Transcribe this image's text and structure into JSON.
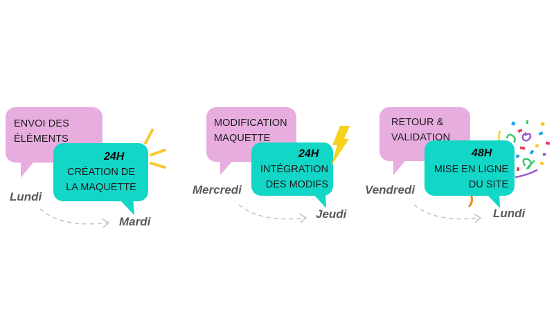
{
  "colors": {
    "pink_bubble": "#E8ADDF",
    "teal_bubble": "#12D6C6",
    "day_text": "#5a5a5a",
    "arrow": "#c4c4c4",
    "sun_rays": "#F7C829",
    "lightning": "#F7D21C"
  },
  "steps": [
    {
      "client_task": [
        "ENVOI DES",
        "ÉLÉMENTS"
      ],
      "duration": "24H",
      "agency_task": [
        "CRÉATION DE",
        "LA MAQUETTE"
      ],
      "start_day": "Lundi",
      "end_day": "Mardi",
      "decoration": "sun-rays-icon"
    },
    {
      "client_task": [
        "MODIFICATION",
        "MAQUETTE"
      ],
      "duration": "24H",
      "agency_task": [
        "INTÉGRATION",
        "DES MODIFS"
      ],
      "start_day": "Mercredi",
      "end_day": "Jeudi",
      "decoration": "lightning-icon"
    },
    {
      "client_task": [
        "RETOUR &",
        "VALIDATION"
      ],
      "duration": "48H",
      "agency_task": [
        "MISE EN LIGNE",
        "DU SITE"
      ],
      "start_day": "Vendredi",
      "end_day": "Lundi",
      "decoration": "confetti-icon"
    }
  ]
}
